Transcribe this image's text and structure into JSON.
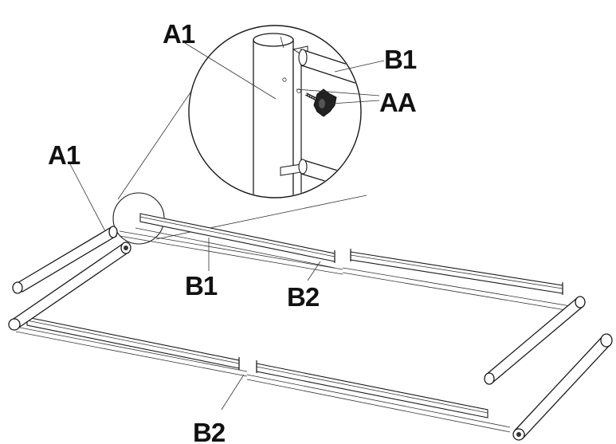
{
  "labels": {
    "a1_detail": "A1",
    "b1_detail": "B1",
    "aa_detail": "AA",
    "a1_frame": "A1",
    "b1_frame": "B1",
    "b2_frame_right": "B2",
    "b2_frame_bottom": "B2"
  },
  "colors": {
    "line": "#1a1a1a",
    "background": "#ffffff"
  }
}
